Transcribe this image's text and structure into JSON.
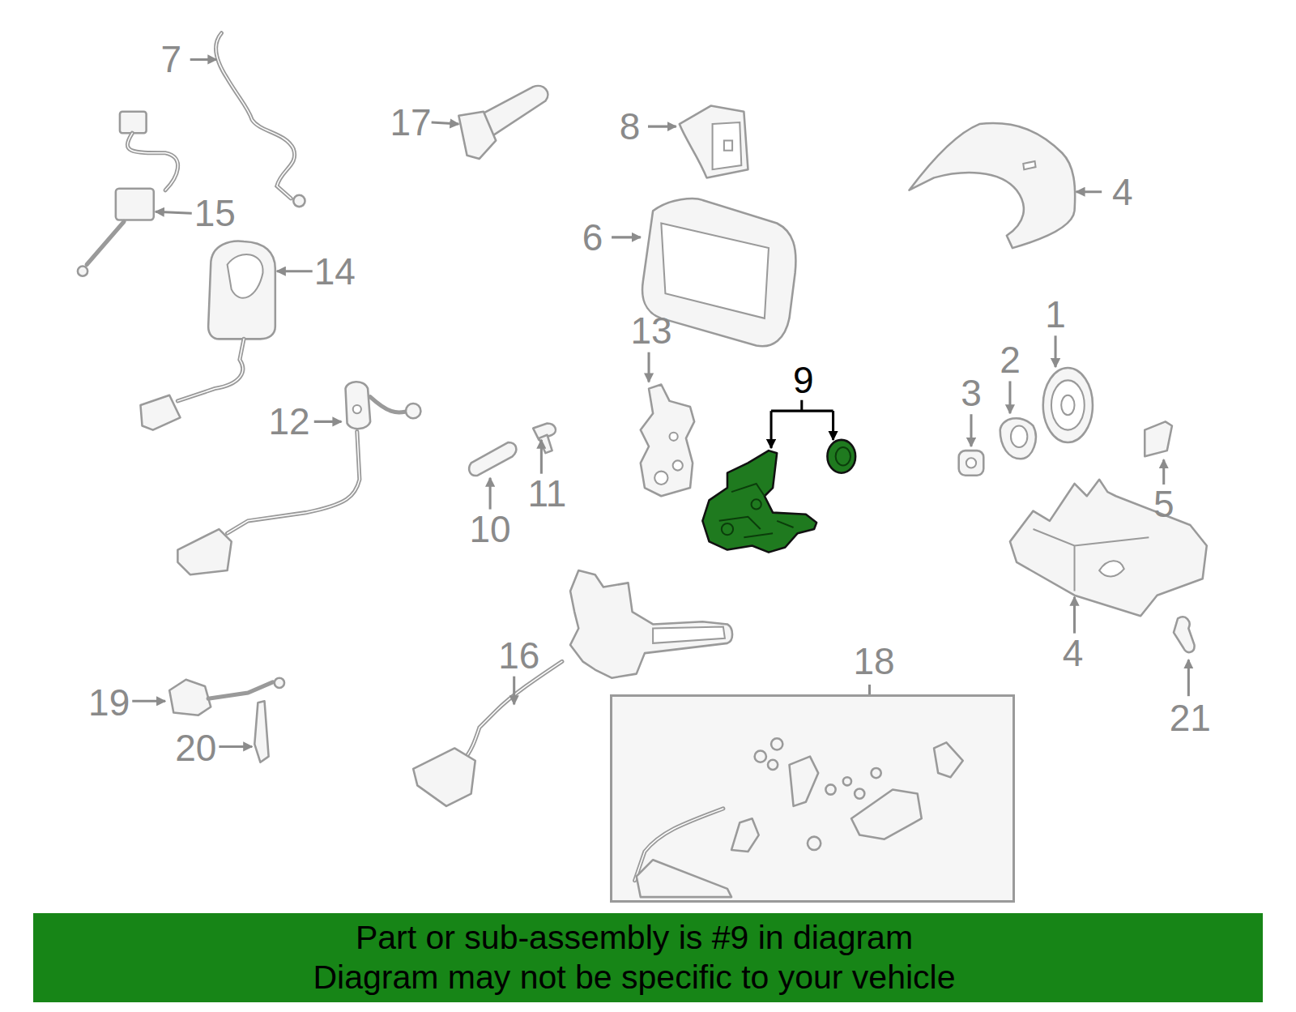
{
  "diagram": {
    "nodes": [
      {
        "text": [
          "18"
        ]
      },
      {
        "text": [
          "Part or sub-assembly is #9 in diagram",
          "Diagram may not be specific to your vehicle"
        ]
      }
    ],
    "labels": [
      "7",
      "17",
      "8",
      "4",
      "15",
      "6",
      "14",
      "1",
      "13",
      "2",
      "9",
      "3",
      "12",
      "11",
      "5",
      "10",
      "4",
      "16",
      "19",
      "21",
      "20"
    ]
  }
}
